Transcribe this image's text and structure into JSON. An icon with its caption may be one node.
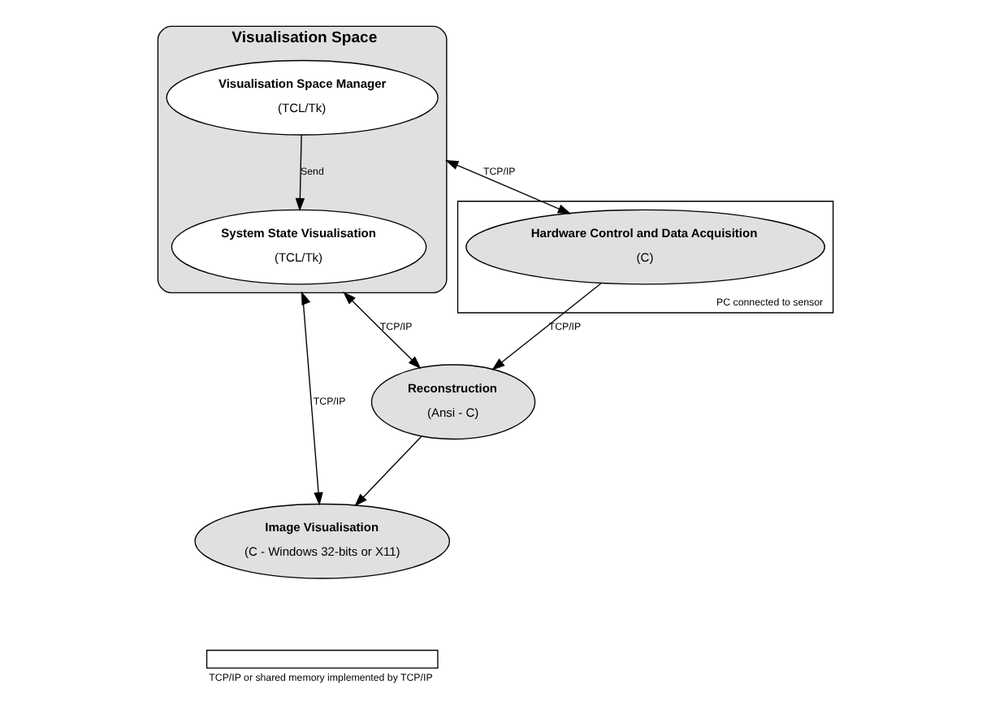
{
  "diagram": {
    "nodes": [
      {
        "text": [
          "Visualisation Space"
        ]
      },
      {
        "text": [
          "Visualisation Space Manager",
          "(TCL/Tk)"
        ],
        "in": 0
      },
      {
        "text": [
          "System State Visualisation",
          "(TCL/Tk)"
        ],
        "in": 0
      },
      {
        "text": [
          "PC connected to sensor"
        ]
      },
      {
        "text": [
          "Hardware Control and Data Acquisition",
          "(C)"
        ],
        "in": 3
      },
      {
        "text": [
          "Reconstruction",
          "(Ansi - C)"
        ]
      },
      {
        "text": [
          "Image Visualisation",
          "(C - Windows 32-bits or X11)"
        ]
      }
    ],
    "edges": [
      {
        "from": 1,
        "to": 2,
        "arrow": "to",
        "label": "Send"
      },
      {
        "from": 4,
        "to": 0,
        "arrow": "both",
        "label": "TCP/IP"
      },
      {
        "from": 5,
        "to": 0,
        "arrow": "both",
        "label": "TCP/IP"
      },
      {
        "from": 6,
        "to": 0,
        "arrow": "both",
        "label": "TCP/IP"
      },
      {
        "from": 4,
        "to": 5,
        "arrow": "to",
        "label": "TCP/IP"
      },
      {
        "from": 5,
        "to": 6,
        "arrow": "to"
      }
    ],
    "legend": [
      {
        "text": "TCP/IP or shared memory implemented by TCP/IP"
      }
    ]
  }
}
